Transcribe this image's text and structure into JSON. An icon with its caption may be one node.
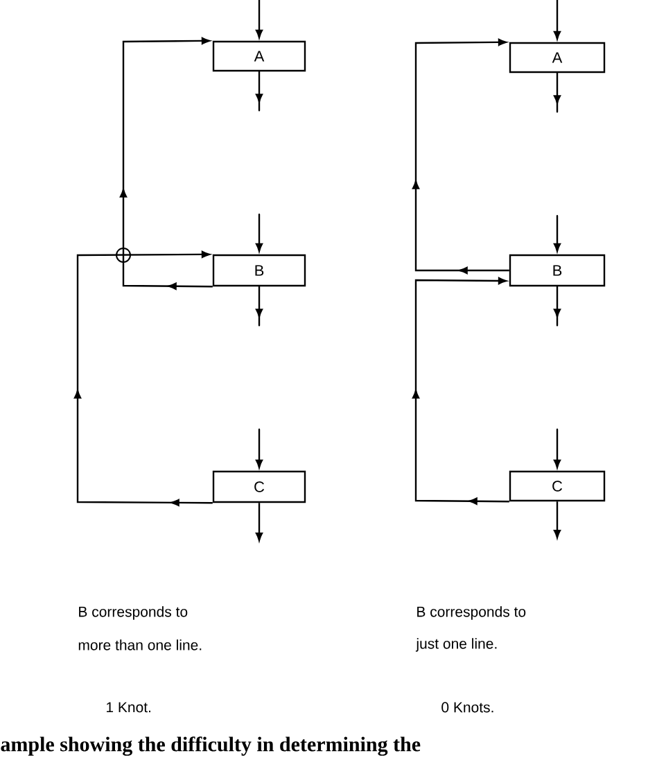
{
  "diagram": {
    "caption": "ample showing the difficulty in determining the",
    "nodes": [
      {
        "text": [
          "A"
        ]
      },
      {
        "text": [
          "B"
        ]
      },
      {
        "text": [
          "C"
        ]
      },
      {
        "text": [
          "A"
        ]
      },
      {
        "text": [
          "B"
        ]
      },
      {
        "text": [
          "C"
        ]
      }
    ],
    "edges": [
      {
        "from": null,
        "to": 0,
        "arrow": "to"
      },
      {
        "from": 0,
        "to": 1,
        "arrow": "to",
        "style": "dashed"
      },
      {
        "from": 1,
        "to": 2,
        "arrow": "to",
        "style": "dashed"
      },
      {
        "from": 2,
        "to": null,
        "arrow": "to"
      },
      {
        "from": 2,
        "to": 1,
        "arrow": "to"
      },
      {
        "from": 1,
        "to": 0,
        "arrow": "to"
      },
      {
        "from": null,
        "to": 3,
        "arrow": "to"
      },
      {
        "from": 3,
        "to": 4,
        "arrow": "to",
        "style": "dashed"
      },
      {
        "from": 4,
        "to": 5,
        "arrow": "to",
        "style": "dashed"
      },
      {
        "from": 5,
        "to": null,
        "arrow": "to"
      },
      {
        "from": 4,
        "to": 3,
        "arrow": "to"
      },
      {
        "from": 5,
        "to": 4,
        "arrow": "to"
      }
    ],
    "labels": [
      "B corresponds to",
      "B corresponds to",
      "more than one line.",
      "just one line.",
      "1 Knot.",
      "0 Knots."
    ]
  }
}
